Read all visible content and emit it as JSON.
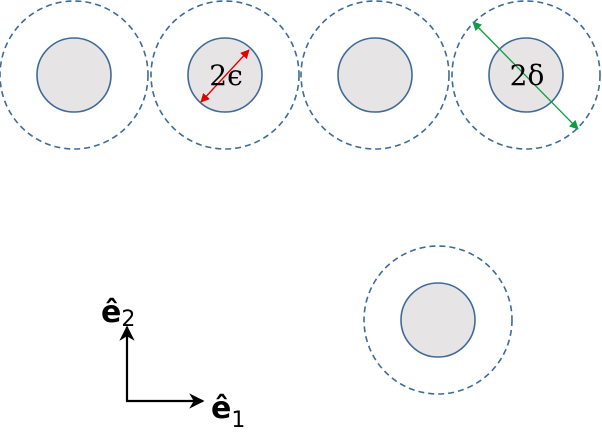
{
  "colors": {
    "circle_stroke": "#3f6b96",
    "circle_fill": "#e6e4e5",
    "epsilon_arrow": "#e00000",
    "delta_arrow": "#119c41",
    "axis": "#000000"
  },
  "labels": {
    "epsilon_dim": "2ϵ",
    "delta_dim": "2δ",
    "e1_hat": "ê",
    "e1_sub": "1",
    "e2_hat": "ê",
    "e2_sub": "2"
  },
  "icons": {
    "epsilon_arrow": "double-headed-arrow",
    "delta_arrow": "double-headed-arrow",
    "axis_arrows": "arrow"
  }
}
